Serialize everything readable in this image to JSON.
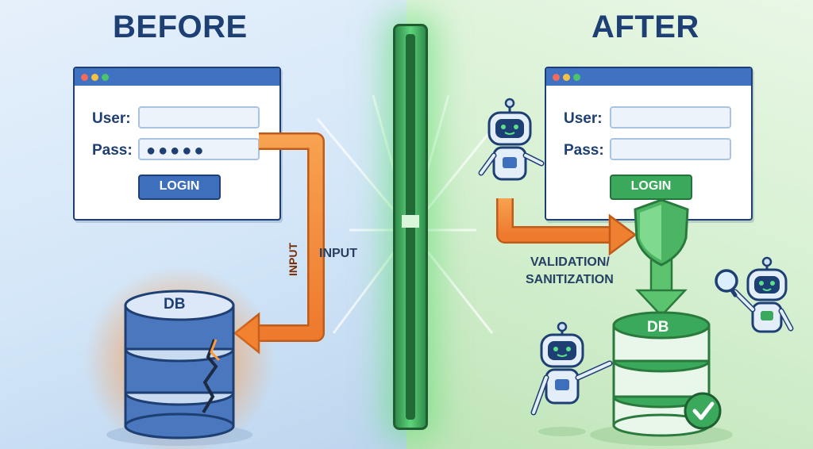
{
  "colors": {
    "left_bg": "#d3e6f8",
    "right_bg": "#d4efcf",
    "navy": "#1d3f73",
    "orange": "#f08a3c",
    "green": "#3aa95b"
  },
  "before": {
    "title": "BEFORE",
    "form": {
      "user_label": "User:",
      "pass_label": "Pass:",
      "pass_value": "●●●●●",
      "button": "LOGIN"
    },
    "flow_label": "INPUT",
    "db_label": "DB"
  },
  "after": {
    "title": "AFTER",
    "form": {
      "user_label": "User:",
      "pass_label": "Pass:",
      "button": "LOGIN"
    },
    "flow_label_line1": "VALIDATION/",
    "flow_label_line2": "SANITIZATION",
    "db_label": "DB"
  },
  "icons": [
    "robot-icon",
    "shield-icon",
    "magnifier-icon",
    "checkmark-badge-icon",
    "crack-icon"
  ]
}
